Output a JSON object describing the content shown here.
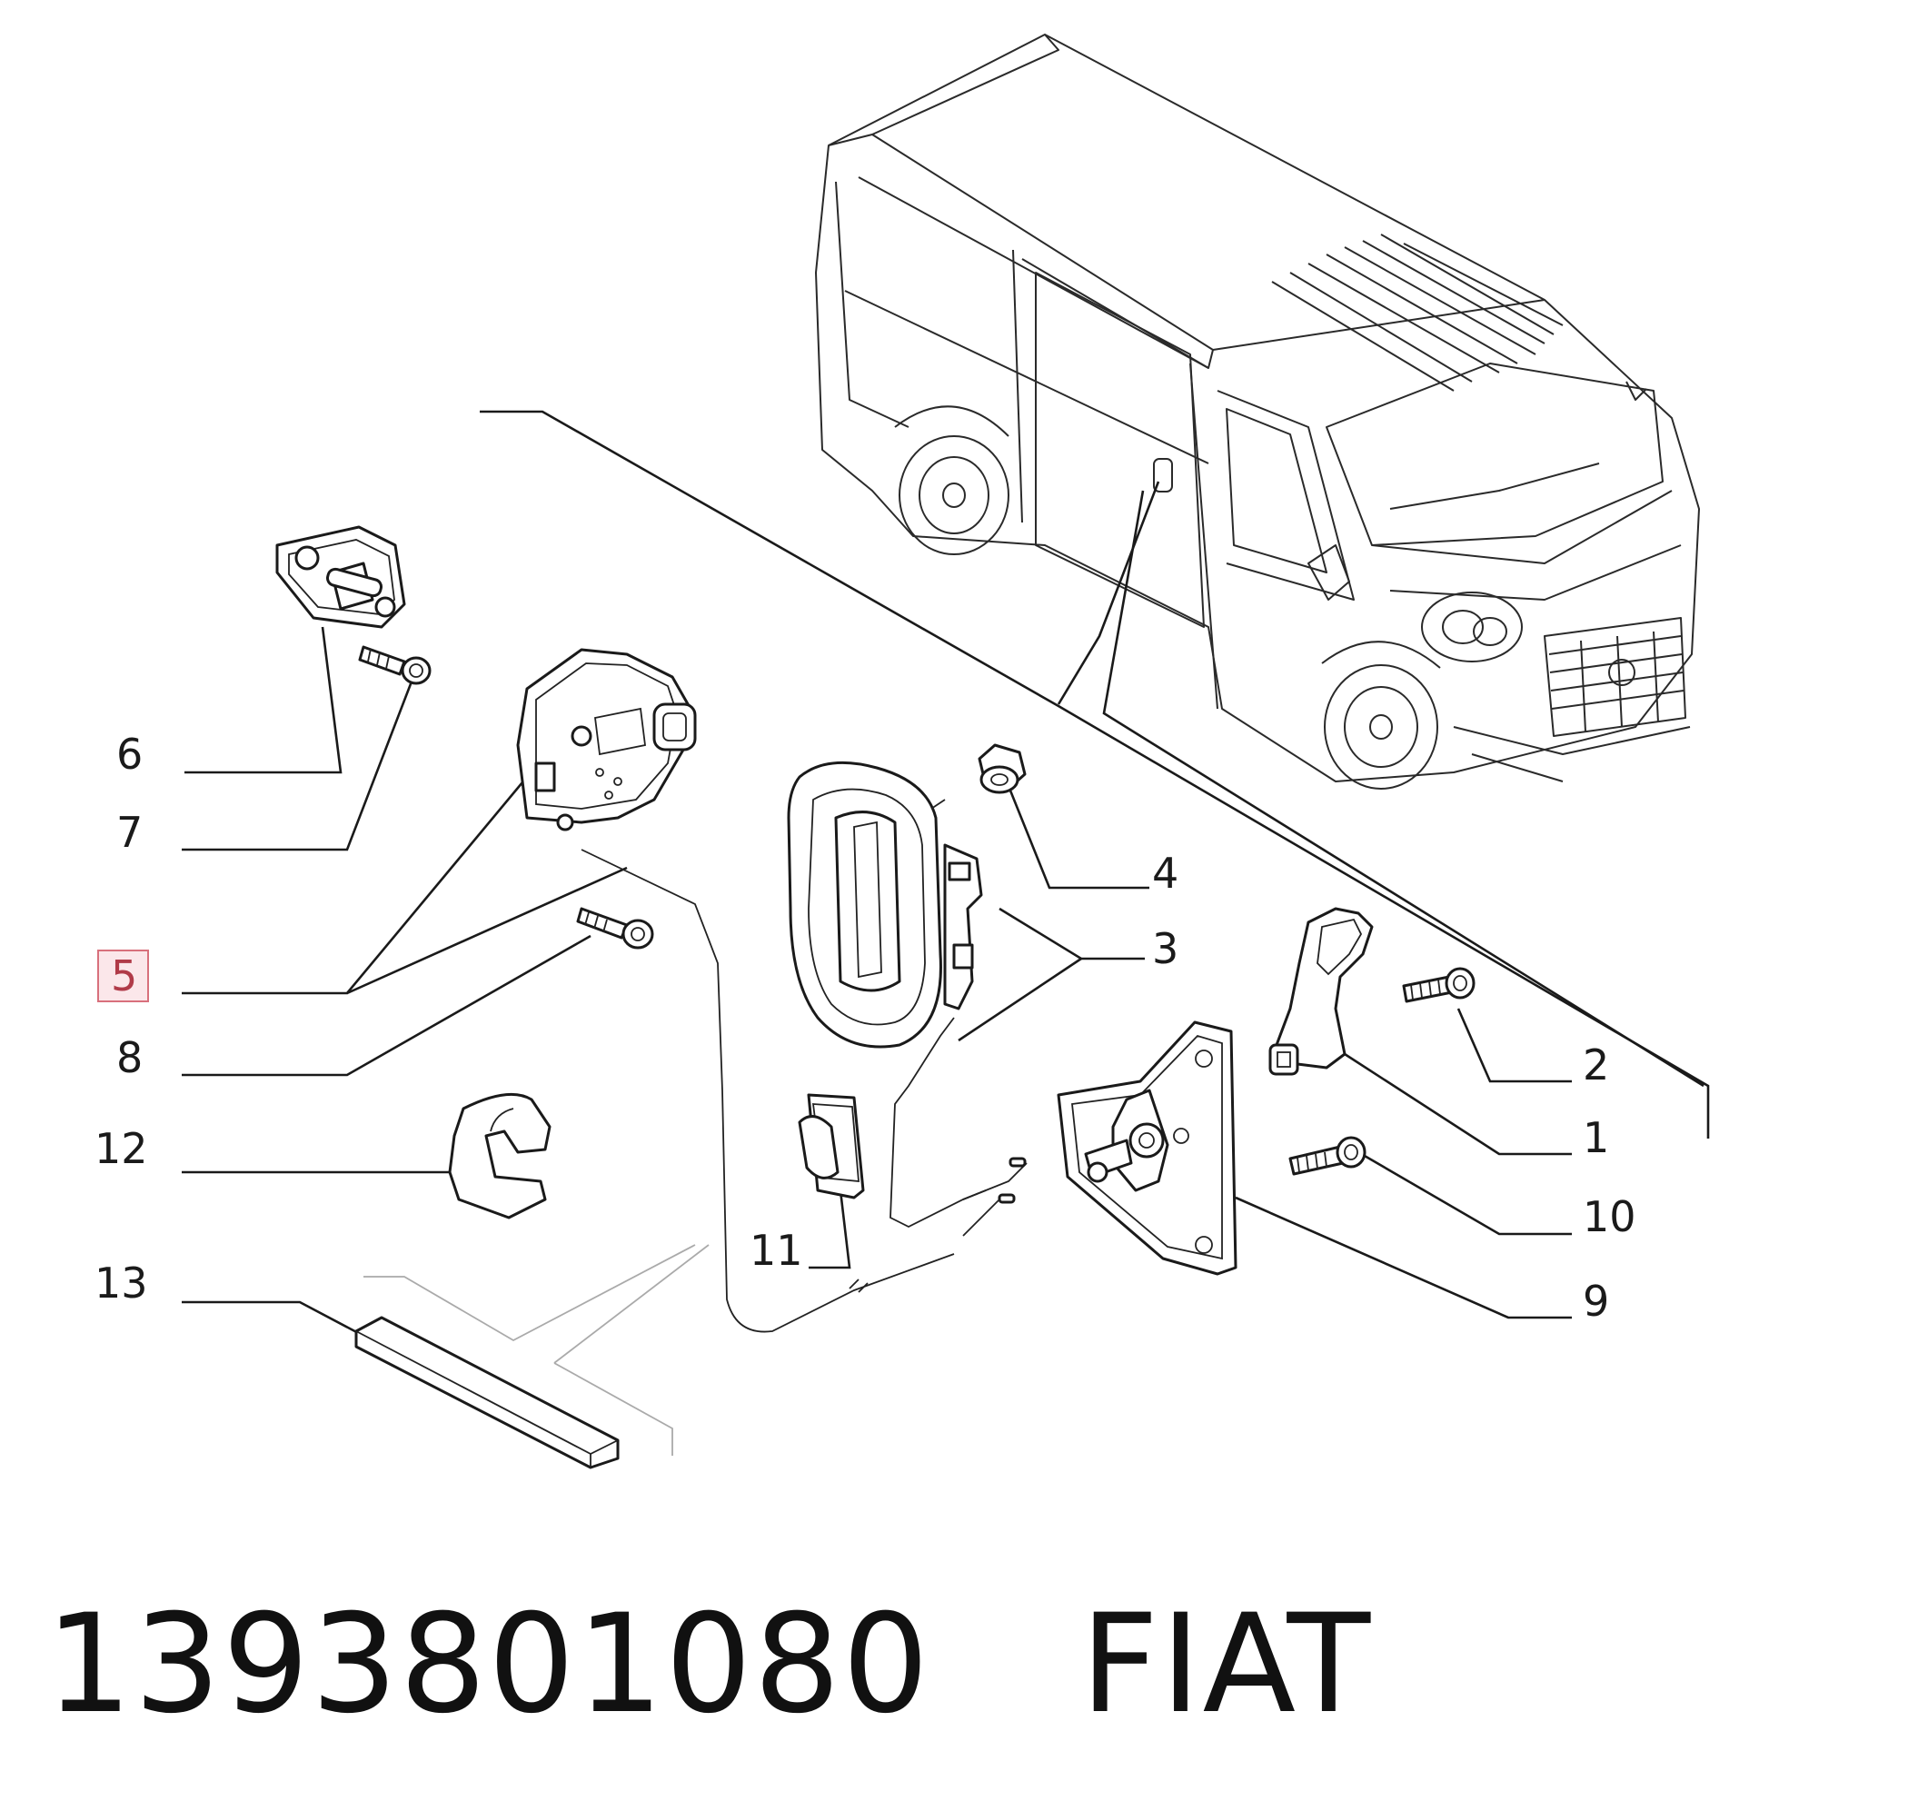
{
  "callouts": {
    "c1": "1",
    "c2": "2",
    "c3": "3",
    "c4": "4",
    "c5": "5",
    "c6": "6",
    "c7": "7",
    "c8": "8",
    "c9": "9",
    "c10": "10",
    "c11": "11",
    "c12": "12",
    "c13": "13"
  },
  "highlighted_callout": "5",
  "footer": {
    "part_number": "1393801080",
    "brand": "FIAT"
  },
  "colors": {
    "ink": "#1a1a1a",
    "highlight_border": "#d8707c",
    "highlight_fill": "#fbe7ea"
  }
}
